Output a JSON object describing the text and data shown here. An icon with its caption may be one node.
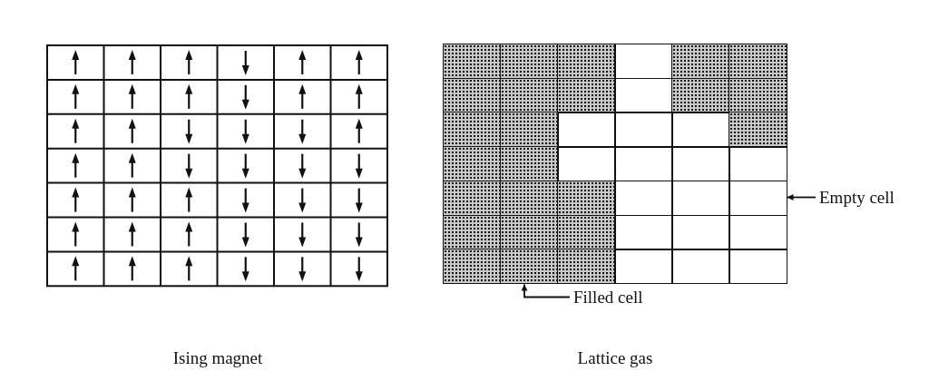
{
  "diagram": {
    "nodes": [
      {
        "text": [
          "Empty cell"
        ]
      },
      {
        "text": [],
        "shape": "box"
      },
      {
        "text": [
          "Filled cell"
        ]
      },
      {
        "text": [],
        "shape": "box"
      }
    ],
    "edges": [
      {
        "from": 0,
        "to": 1,
        "arrow": "to"
      },
      {
        "from": 2,
        "to": 3,
        "arrow": "to"
      }
    ],
    "labels": [
      "Ising magnet",
      "Lattice gas"
    ]
  }
}
